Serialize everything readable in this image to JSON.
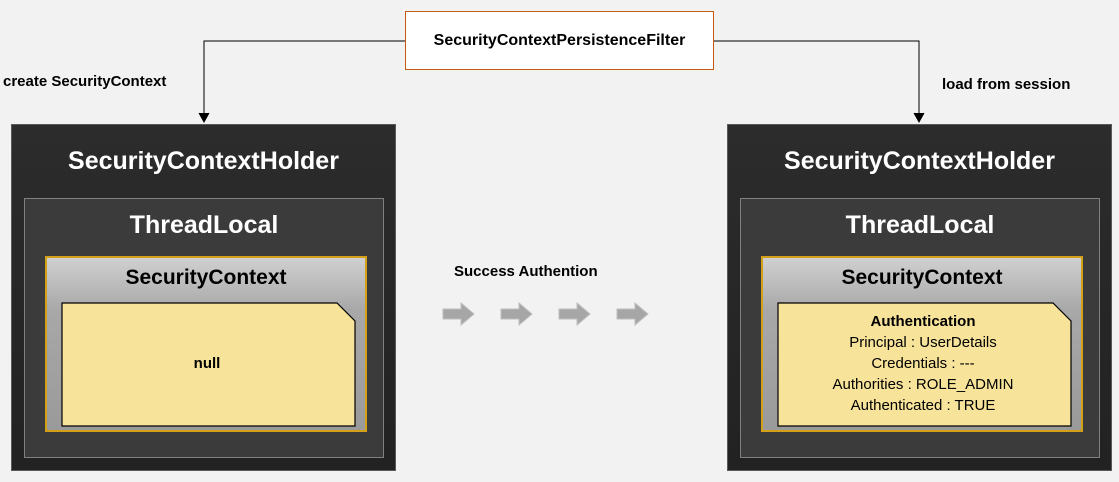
{
  "filter": {
    "label": "SecurityContextPersistenceFilter"
  },
  "left_label": "create SecurityContext",
  "right_label": "load from session",
  "middle_label": "Success Authention",
  "left_holder": {
    "title": "SecurityContextHolder",
    "thread_title": "ThreadLocal",
    "context_title": "SecurityContext",
    "content": "null"
  },
  "right_holder": {
    "title": "SecurityContextHolder",
    "thread_title": "ThreadLocal",
    "context_title": "SecurityContext",
    "auth_title": "Authentication",
    "lines": [
      "Principal : UserDetails",
      "Credentials : ---",
      "Authorities : ROLE_ADMIN",
      "Authenticated : TRUE"
    ]
  },
  "colors": {
    "background": "#f2f2f2",
    "filter_border": "#c55a11",
    "holder_bg": "#262626",
    "context_border": "#d4a017",
    "note_fill": "#f7e39a",
    "arrow_fill": "#a6a6a6"
  },
  "icons": {
    "progress_arrow": "right-arrow-icon"
  }
}
